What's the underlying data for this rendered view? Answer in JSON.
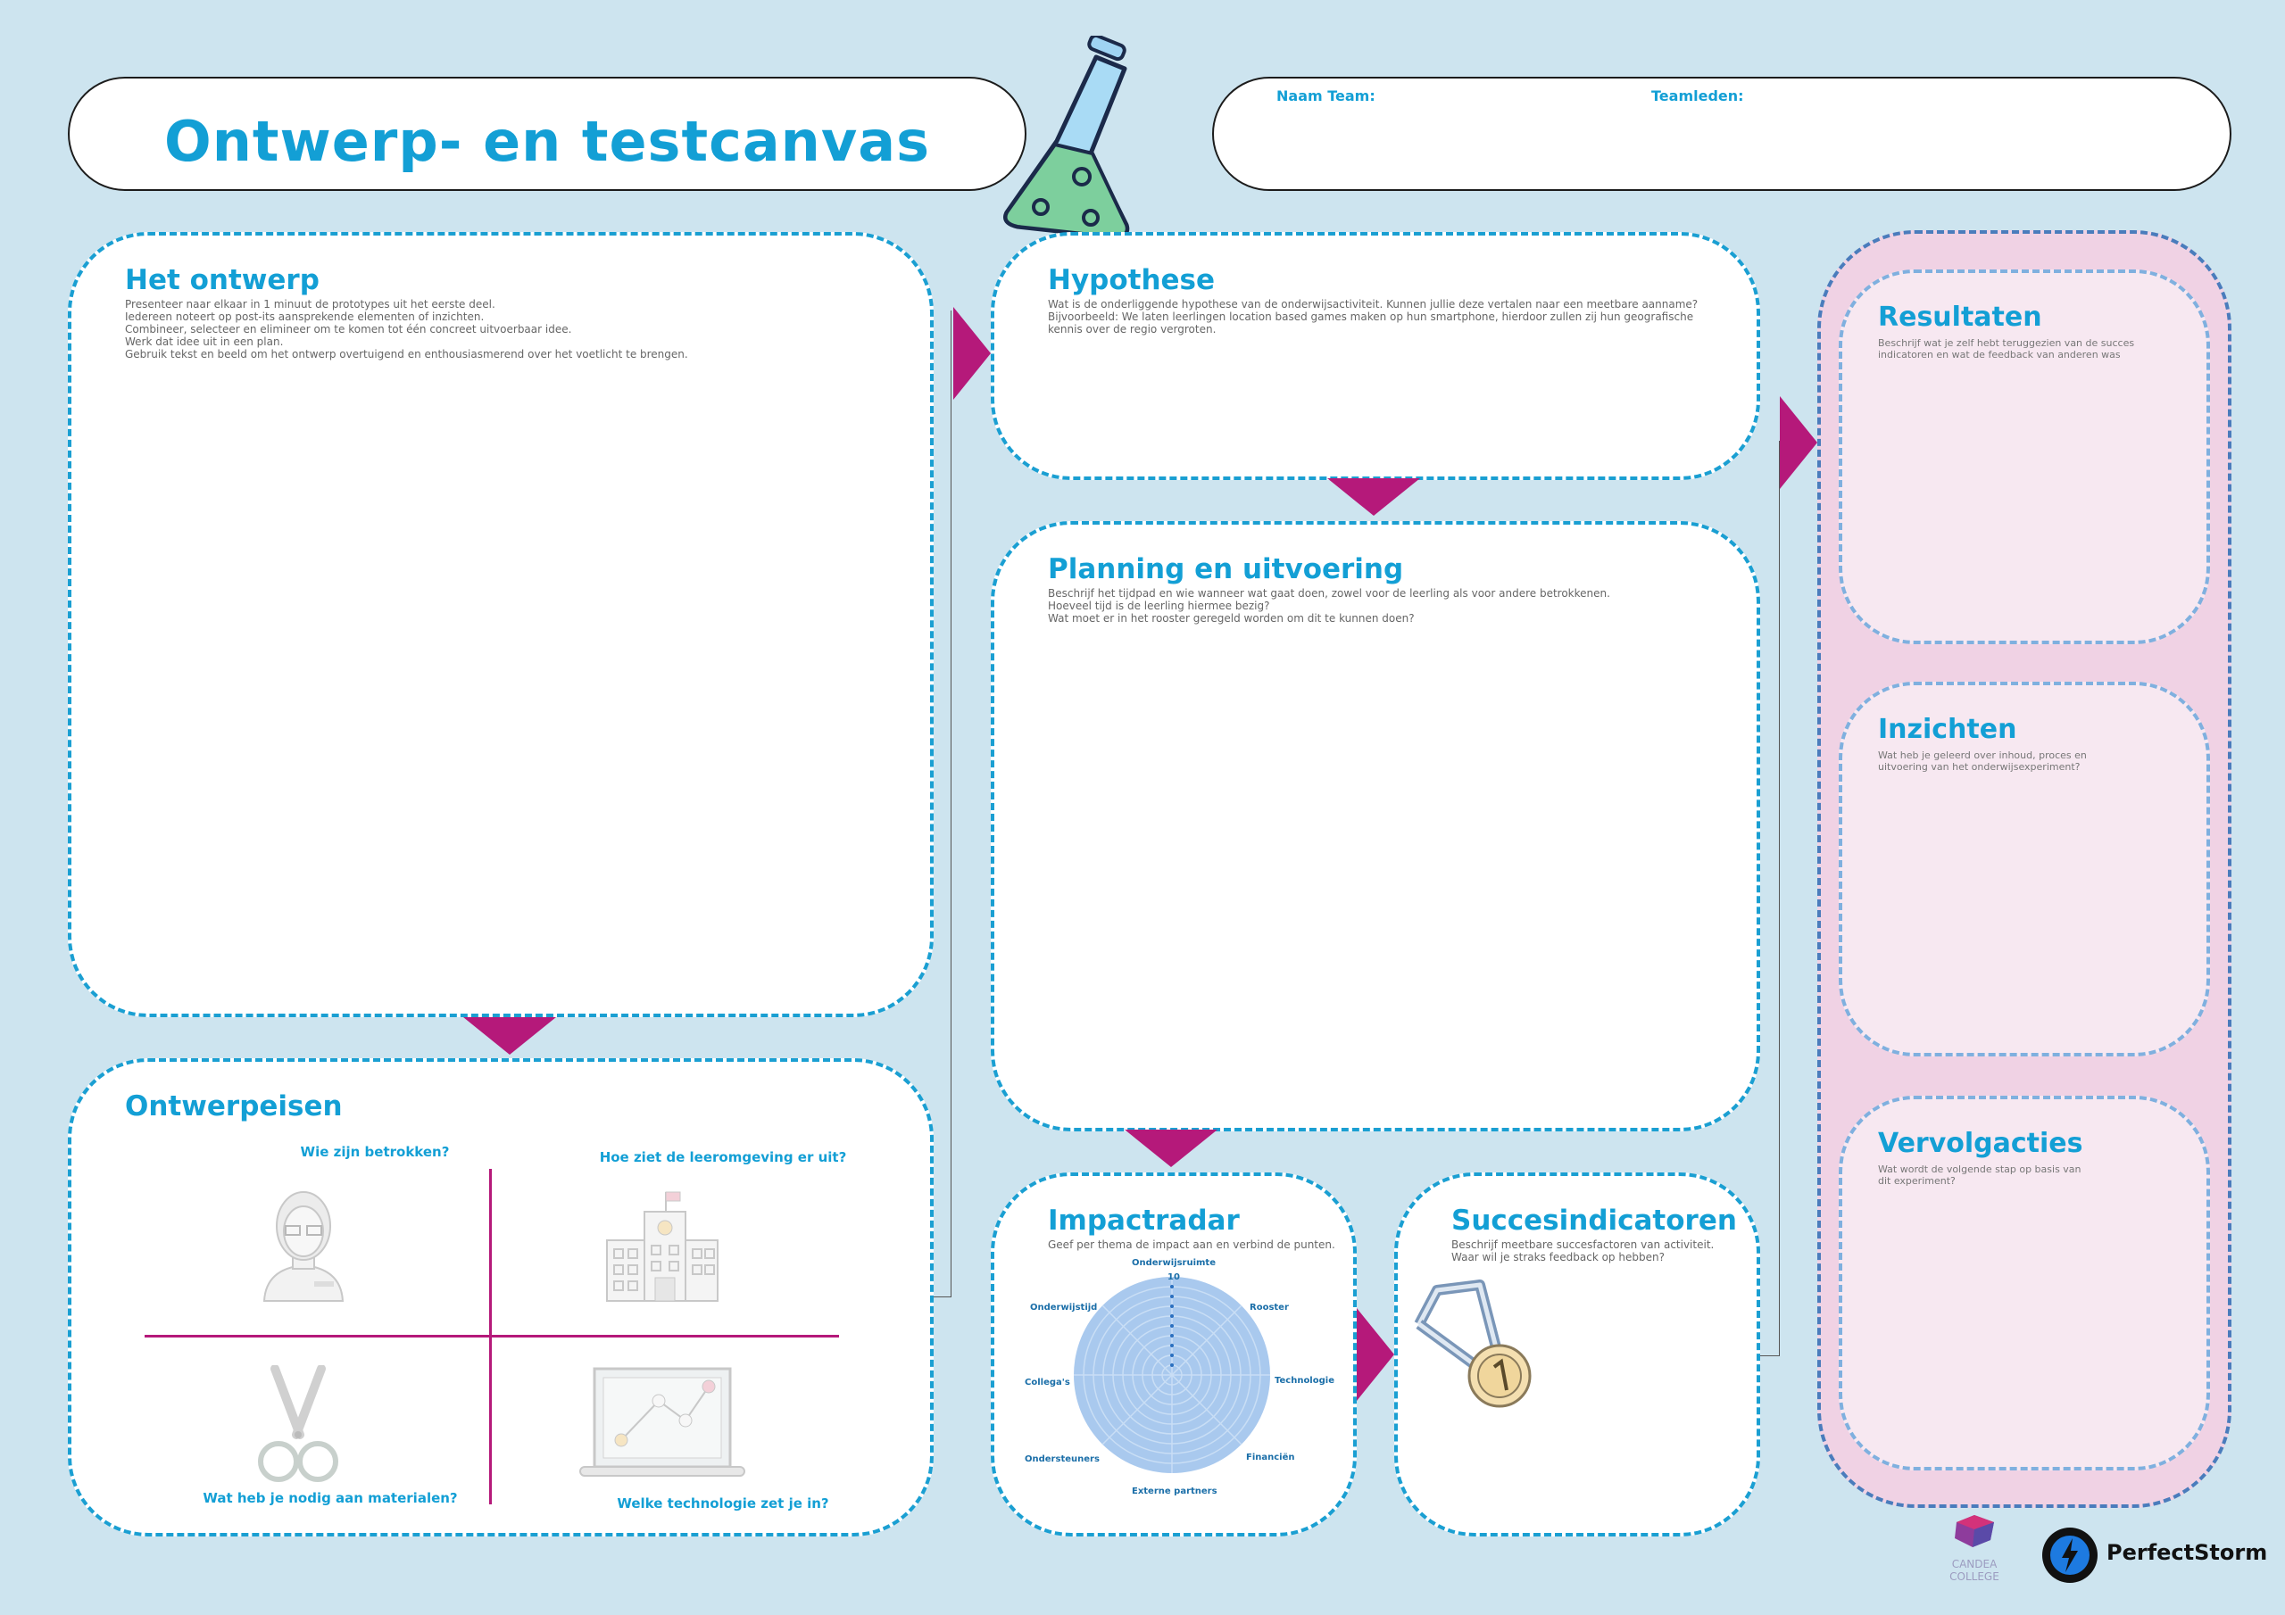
{
  "header": {
    "title": "Ontwerp- en testcanvas",
    "team_name_label": "Naam Team:",
    "team_members_label": "Teamleden:"
  },
  "ontwerp": {
    "title": "Het ontwerp",
    "lines": [
      "Presenteer naar elkaar in 1 minuut de prototypes uit het eerste deel.",
      "Iedereen noteert op post-its aansprekende elementen of inzichten.",
      "Combineer, selecteer en elimineer om te komen tot één concreet uitvoerbaar idee.",
      "Werk dat idee uit in een plan.",
      "Gebruik tekst en beeld om het ontwerp overtuigend en enthousiasmerend over het voetlicht te brengen."
    ]
  },
  "hypothese": {
    "title": "Hypothese",
    "lines": [
      "Wat is de onderliggende hypothese van de onderwijsactiviteit. Kunnen jullie deze vertalen naar een meetbare aanname?",
      "Bijvoorbeeld: We laten leerlingen location based games maken op hun smartphone, hierdoor zullen zij hun geografische",
      "kennis over de regio vergroten."
    ]
  },
  "planning": {
    "title": "Planning  en uitvoering",
    "lines": [
      "Beschrijf het tijdpad en wie wanneer wat gaat doen, zowel voor de leerling als voor andere betrokkenen.",
      "Hoeveel tijd is de leerling hiermee bezig?",
      "Wat moet er in het rooster geregeld worden om dit te kunnen doen?"
    ]
  },
  "ontwerpeisen": {
    "title": "Ontwerpeisen",
    "q1": "Wie zijn betrokken?",
    "q2": "Hoe ziet de leeromgeving er uit?",
    "q3": "Wat heb je nodig aan materialen?",
    "q4": "Welke technologie zet je in?"
  },
  "impactradar": {
    "title": "Impactradar",
    "desc": "Geef per thema de impact aan en verbind de punten.",
    "scale_max": "10",
    "labels": {
      "onderwijsruimte": "Onderwijsruimte",
      "rooster": "Rooster",
      "technologie": "Technologie",
      "financien": "Financiën",
      "externe": "Externe partners",
      "ondersteuners": "Ondersteuners",
      "collegas": "Collega's",
      "onderwijstijd": "Onderwijstijd"
    }
  },
  "succes": {
    "title": "Succesindicatoren",
    "lines": [
      "Beschrijf meetbare succesfactoren van activiteit.",
      "Waar wil je straks feedback op hebben?"
    ]
  },
  "resultaten": {
    "title": "Resultaten",
    "lines": [
      "Beschrijf wat je zelf hebt teruggezien van de succes",
      "indicatoren en wat de feedback van anderen was"
    ]
  },
  "inzichten": {
    "title": "Inzichten",
    "lines": [
      "Wat heb je geleerd over inhoud, proces en",
      "uitvoering van het onderwijsexperiment?"
    ]
  },
  "vervolg": {
    "title": "Vervolgacties",
    "lines": [
      "Wat wordt de volgende stap op basis van",
      "dit experiment?"
    ]
  },
  "logos": {
    "candea_line1": "CANDEA",
    "candea_line2": "COLLEGE",
    "perfectstorm": "PerfectStorm"
  },
  "colors": {
    "accent": "#139fd5",
    "arrow": "#b5197a",
    "background": "#cde4ef"
  }
}
